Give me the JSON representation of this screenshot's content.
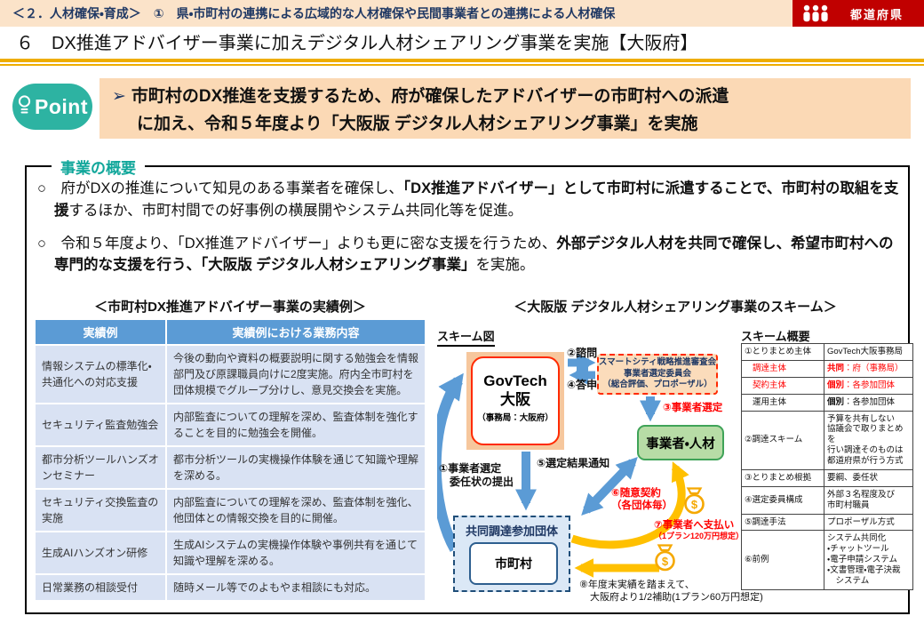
{
  "header": {
    "category_label": "＜２．人材確保・育成＞　①　県・市町村の連携による広域的な人材確保や民間事業者との連携による人材確保",
    "badge": "都道府県",
    "title": "６　DX推進アドバイザー事業に加えデジタル人材シェアリング事業を実施【大阪府】"
  },
  "point": {
    "label": "Point",
    "bullet_glyph": "➢",
    "line1": "市町村のDX推進を支援するため、府が確保したアドバイザーの市町村への派遣",
    "line2": "に加え、令和５年度より「大阪版 デジタル人材シェアリング事業」を実施"
  },
  "overview": {
    "title": "事業の概要",
    "bullet1": {
      "seg1": "○　府がDXの推進について知見のある事業者を確保し、",
      "seg2_bold": "「DX推進アドバイザー」として市町村に派遣することで、市町村の取組を支援",
      "seg3": "するほか、市町村間での好事例の横展開やシステム共同化等を促進。"
    },
    "bullet2": {
      "seg1": "○　令和５年度より、「DX推進アドバイザー」よりも更に密な支援を行うため、",
      "seg2_bold": "外部デジタル人材を共同で確保し、希望市町村への専門的な支援を行う、「大阪版 デジタル人材シェアリング事業」",
      "seg3": "を実施。"
    }
  },
  "results_table": {
    "title": "＜市町村DX推進アドバイザー事業の実績例＞",
    "headers": [
      "実績例",
      "実績例における業務内容"
    ],
    "rows": [
      {
        "name": "情報システムの標準化・共通化への対応支援",
        "detail": "今後の動向や資料の概要説明に関する勉強会を情報部門及び原課職員向けに2度実施。府内全市町村を団体規模でグループ分けし、意見交換会を実施。"
      },
      {
        "name": "セキュリティ監査勉強会",
        "detail": "内部監査についての理解を深め、監査体制を強化することを目的に勉強会を開催。"
      },
      {
        "name": "都市分析ツールハンズオンセミナー",
        "detail": "都市分析ツールの実機操作体験を通じて知識や理解を深める。"
      },
      {
        "name": "セキュリティ交換監査の実施",
        "detail": "内部監査についての理解を深め、監査体制を強化、他団体との情報交換を目的に開催。"
      },
      {
        "name": "生成AIハンズオン研修",
        "detail": "生成AIシステムの実機操作体験や事例共有を通じて知識や理解を深める。"
      },
      {
        "name": "日常業務の相談受付",
        "detail": "随時メール等でのよもやま相談にも対応。"
      }
    ]
  },
  "scheme": {
    "title": "＜大阪版 デジタル人材シェアリング事業のスキーム＞",
    "diagram_label": "スキーム図",
    "summary_label": "スキーム概要",
    "nodes": {
      "govtech_line1": "GovTech",
      "govtech_line2": "大阪",
      "govtech_sub": "（事務局：大阪府）",
      "committee_line1": "スマートシティ戦略推進審査会",
      "committee_line2": "事業者選定委員会",
      "committee_line3": "（総合評価、プロポーザル）",
      "vendor": "事業者・人材",
      "group": "共同調達参加団体",
      "municipality": "市町村"
    },
    "flow_labels": {
      "step1_line1": "①事業者選定",
      "step1_line2": "委任状の提出",
      "step2": "②諮問",
      "step3": "③事業者選定",
      "step4": "④答申",
      "step5": "⑤選定結果通知",
      "step6_line1": "⑥随意契約",
      "step6_line2": "（各団体毎）",
      "step7_line1": "⑦事業者へ支払い",
      "step7_line2": "（1プラン120万円想定）",
      "step8_line1": "⑧年度末実績を踏まえて、",
      "step8_line2": "大阪府より1/2補助(1プラン60万円想定)"
    },
    "summary_table": {
      "rows": [
        {
          "label": "①とりまとめ主体",
          "bold": "",
          "rest": "GovTech大阪事務局"
        },
        {
          "label": "調達主体",
          "bold": "共同",
          "rest": "：府（事務局）"
        },
        {
          "label": "契約主体",
          "bold": "個別",
          "rest": "：各参加団体"
        },
        {
          "label": "運用主体",
          "bold": "個別",
          "rest": "：各参加団体"
        },
        {
          "label": "②調達スキーム",
          "bold": "",
          "rest": "予算を共有しない\n協議会で取りまとめを\n行い調達そのものは\n都道府県が行う方式"
        },
        {
          "label": "③とりまとめ根拠",
          "bold": "",
          "rest": "要綱、委任状"
        },
        {
          "label": "④選定委員構成",
          "bold": "",
          "rest": "外部３名程度及び\n市町村職員"
        },
        {
          "label": "⑤調達手法",
          "bold": "",
          "rest": "プロポーザル方式"
        },
        {
          "label": "⑥前例",
          "bold": "",
          "rest": "システム共同化\n・チャットツール\n・電子申請システム\n・文書管理・電子決裁\n　システム"
        }
      ]
    }
  },
  "colors": {
    "header_bg": "#fbe3c9",
    "badge_red": "#c00000",
    "gold_line": "#eead00",
    "point_teal": "#2db3a2",
    "point_box_bg": "#fbd9b5",
    "overview_title_teal": "#12a79b",
    "table_header_blue": "#5b9bd5",
    "table_row_blue": "#d9e2f3",
    "arrow_blue": "#5b9bd5",
    "arrow_gold": "#ffc000",
    "vendor_green": "#b7dca6",
    "red_accent": "#ff0000"
  }
}
